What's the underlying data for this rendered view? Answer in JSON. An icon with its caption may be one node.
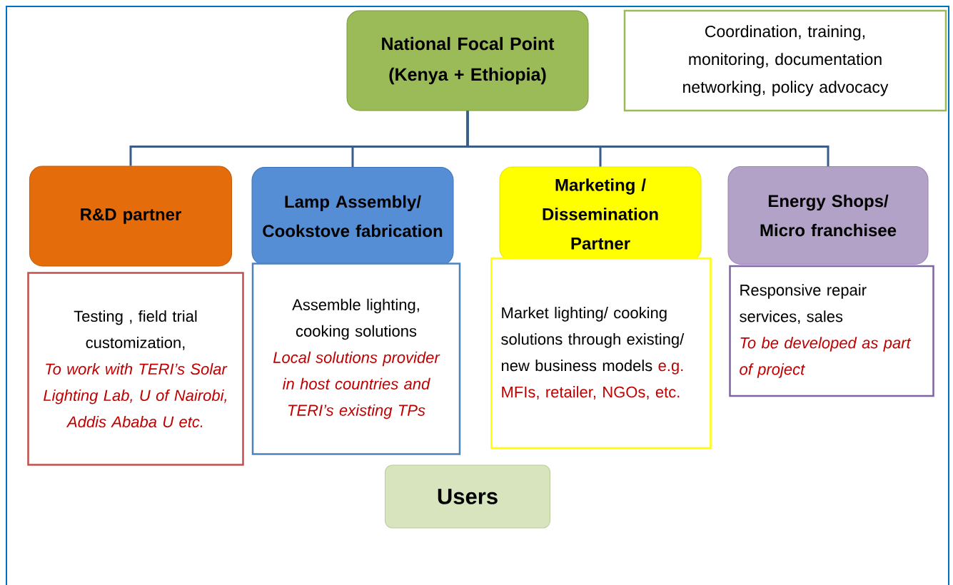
{
  "diagram": {
    "nodes": [
      {
        "text": [
          "National Focal Point (Kenya + Ethiopia)"
        ]
      },
      {
        "text": [
          "Coordination, training, monitoring, documentation networking, policy advocacy"
        ]
      },
      {
        "text": [
          "R&D partner"
        ]
      },
      {
        "text": [
          "Lamp Assembly/ Cookstove fabrication"
        ]
      },
      {
        "text": [
          "Marketing / Dissemination Partner"
        ]
      },
      {
        "text": [
          "Energy Shops/ Micro franchisee"
        ]
      },
      {
        "text": [
          "Testing , field trial customization,",
          "To work with TERI’s Solar Lighting Lab, U of Nairobi, Addis Ababa U etc."
        ]
      },
      {
        "text": [
          "Assemble lighting, cooking solutions",
          "Local solutions provider in host countries  and TERI’s existing TPs"
        ]
      },
      {
        "text": [
          "Market lighting/ cooking solutions through existing/ new business models",
          "e.g. MFIs, retailer, NGOs,  etc."
        ]
      },
      {
        "text": [
          "Responsive repair services, sales",
          "To be developed as part of project"
        ]
      },
      {
        "text": [
          "Users"
        ]
      }
    ],
    "edges": [
      {
        "from": 0,
        "to": 2,
        "arrow": "none"
      },
      {
        "from": 0,
        "to": 3,
        "arrow": "none"
      },
      {
        "from": 0,
        "to": 4,
        "arrow": "none"
      },
      {
        "from": 0,
        "to": 5,
        "arrow": "none"
      }
    ]
  }
}
